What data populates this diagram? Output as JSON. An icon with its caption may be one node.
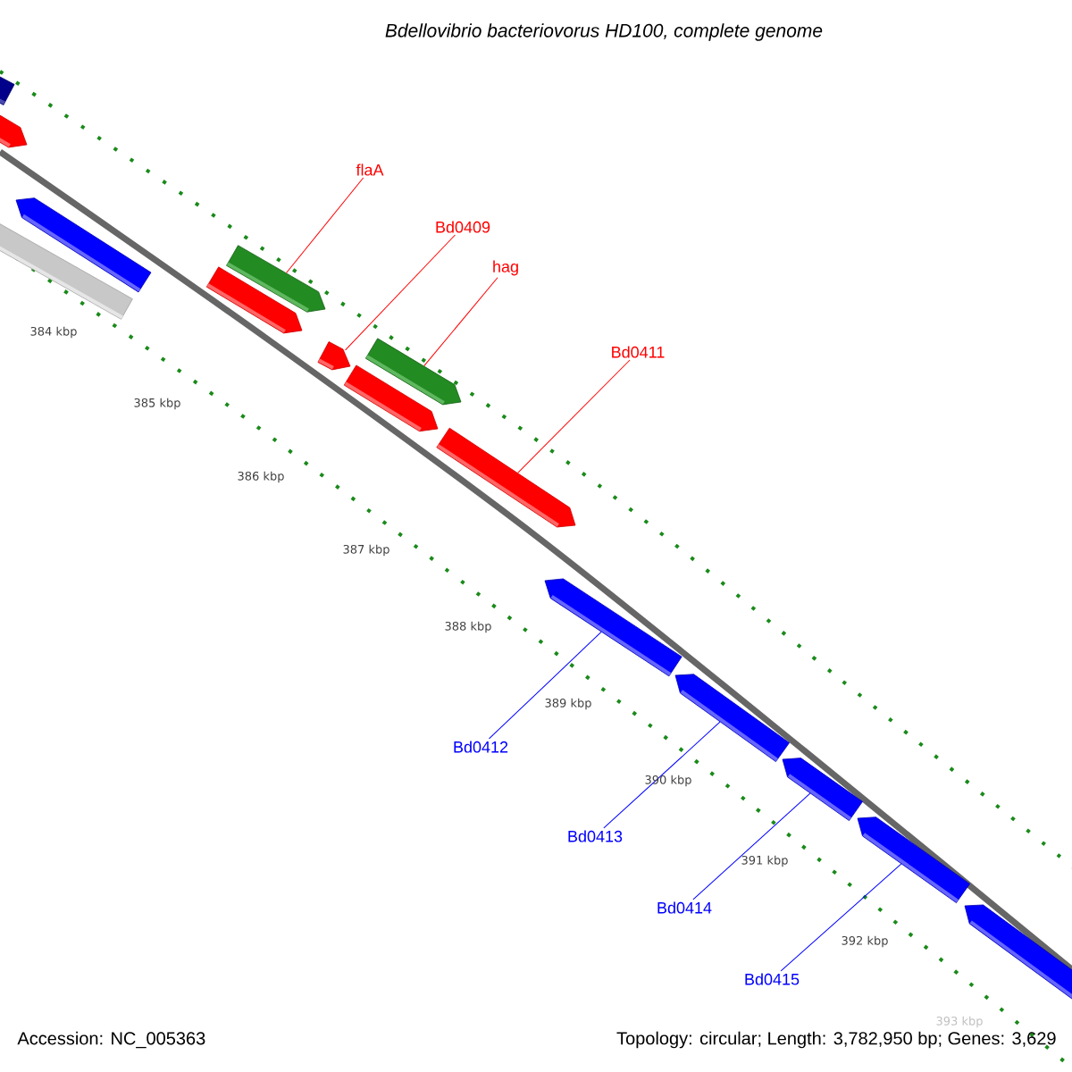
{
  "diagram": {
    "title": "Bdellovibrio bacteriovorus HD100, complete genome",
    "nodes": [
      {
        "text": [],
        "shape": "bar"
      },
      {
        "text": [],
        "shape": "bar"
      },
      {
        "text": [],
        "shape": "bar"
      },
      {
        "text": [],
        "shape": "bar"
      },
      {
        "text": [],
        "shape": "bar"
      },
      {
        "text": [],
        "shape": "bar"
      },
      {
        "text": [],
        "shape": "bar"
      },
      {
        "text": [],
        "shape": "bar"
      },
      {
        "text": [],
        "shape": "bar"
      },
      {
        "text": [],
        "shape": "bar"
      },
      {
        "text": [],
        "shape": "bar"
      },
      {
        "text": [],
        "shape": "bar"
      },
      {
        "text": [],
        "shape": "bar"
      },
      {
        "text": [],
        "shape": "bar"
      },
      {
        "text": [],
        "shape": "bar"
      },
      {
        "text": [
          "flaA"
        ]
      },
      {
        "text": [
          "Bd0409"
        ]
      },
      {
        "text": [
          "hag"
        ]
      },
      {
        "text": [
          "Bd0411"
        ]
      },
      {
        "text": [
          "Bd0412"
        ]
      },
      {
        "text": [
          "Bd0413"
        ]
      },
      {
        "text": [
          "Bd0414"
        ]
      },
      {
        "text": [
          "Bd0415"
        ]
      }
    ],
    "edges": [
      {
        "from": 15,
        "to": 4,
        "arrow": "none",
        "color": "#ff0000"
      },
      {
        "from": 16,
        "to": 6,
        "arrow": "none",
        "color": "#ff0000"
      },
      {
        "from": 17,
        "to": 7,
        "arrow": "none",
        "color": "#ff0000"
      },
      {
        "from": 18,
        "to": 9,
        "arrow": "none",
        "color": "#ff0000"
      },
      {
        "from": 19,
        "to": 10,
        "arrow": "none",
        "color": "#0000ff"
      },
      {
        "from": 20,
        "to": 11,
        "arrow": "none",
        "color": "#0000ff"
      },
      {
        "from": 21,
        "to": 12,
        "arrow": "none",
        "color": "#0000ff"
      },
      {
        "from": 22,
        "to": 13,
        "arrow": "none",
        "color": "#0000ff"
      }
    ],
    "labels": [
      "384 kbp",
      "385 kbp",
      "386 kbp",
      "387 kbp",
      "388 kbp",
      "389 kbp",
      "390 kbp",
      "391 kbp",
      "392 kbp",
      "393 kbp",
      "Accession: NC_005363",
      "Topology: circular; Length: 3,782,950 bp; Genes: 3,629"
    ]
  }
}
